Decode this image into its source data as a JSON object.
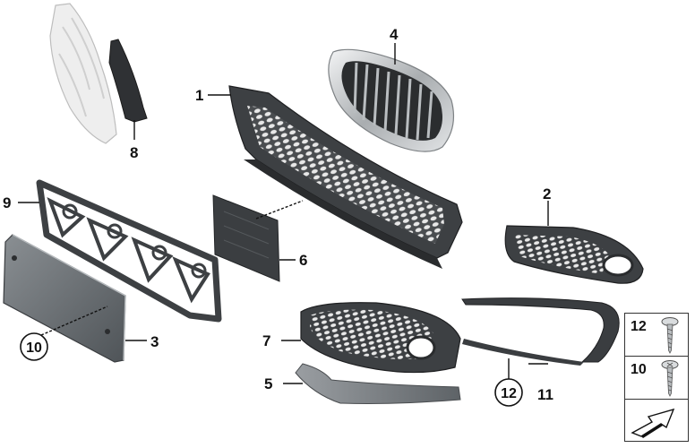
{
  "callouts": {
    "p1": "1",
    "p2": "2",
    "p3": "3",
    "p4": "4",
    "p5": "5",
    "p6": "6",
    "p7": "7",
    "p8": "8",
    "p9": "9",
    "p10": "10",
    "p11": "11",
    "p12": "12"
  },
  "legend": {
    "row1": "12",
    "row2": "10"
  },
  "colors": {
    "part_dark": "#3a3a3a",
    "part_mid": "#6b6f72",
    "chrome": "#c9ccce",
    "line": "#111111"
  }
}
